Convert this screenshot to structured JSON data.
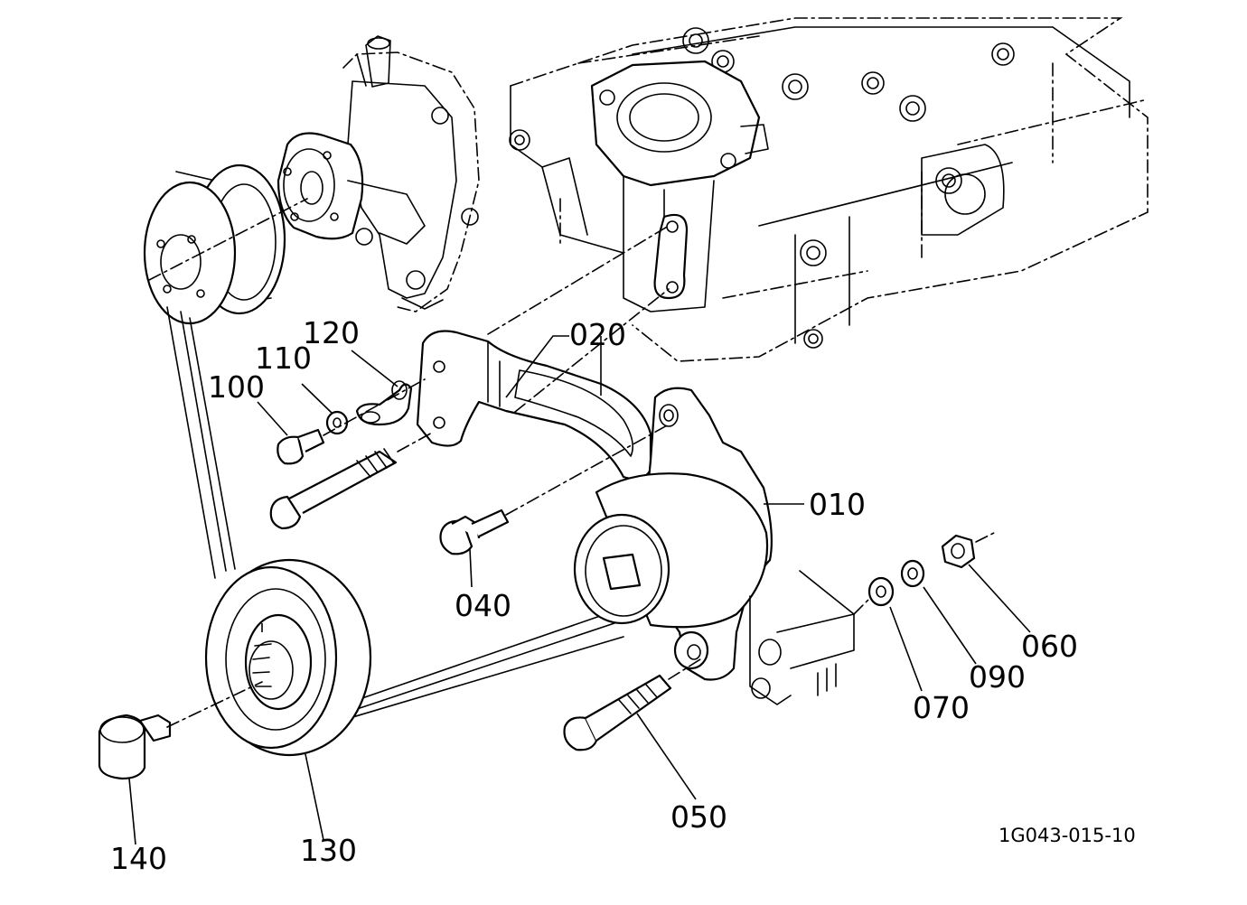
{
  "drawing": {
    "code": "1G043-015-10",
    "parts": [
      {
        "id": "010",
        "label": "010"
      },
      {
        "id": "020",
        "label": "020"
      },
      {
        "id": "040",
        "label": "040"
      },
      {
        "id": "050",
        "label": "050"
      },
      {
        "id": "060",
        "label": "060"
      },
      {
        "id": "070",
        "label": "070"
      },
      {
        "id": "090",
        "label": "090"
      },
      {
        "id": "100",
        "label": "100"
      },
      {
        "id": "110",
        "label": "110"
      },
      {
        "id": "120",
        "label": "120"
      },
      {
        "id": "130",
        "label": "130"
      },
      {
        "id": "140",
        "label": "140"
      }
    ]
  }
}
